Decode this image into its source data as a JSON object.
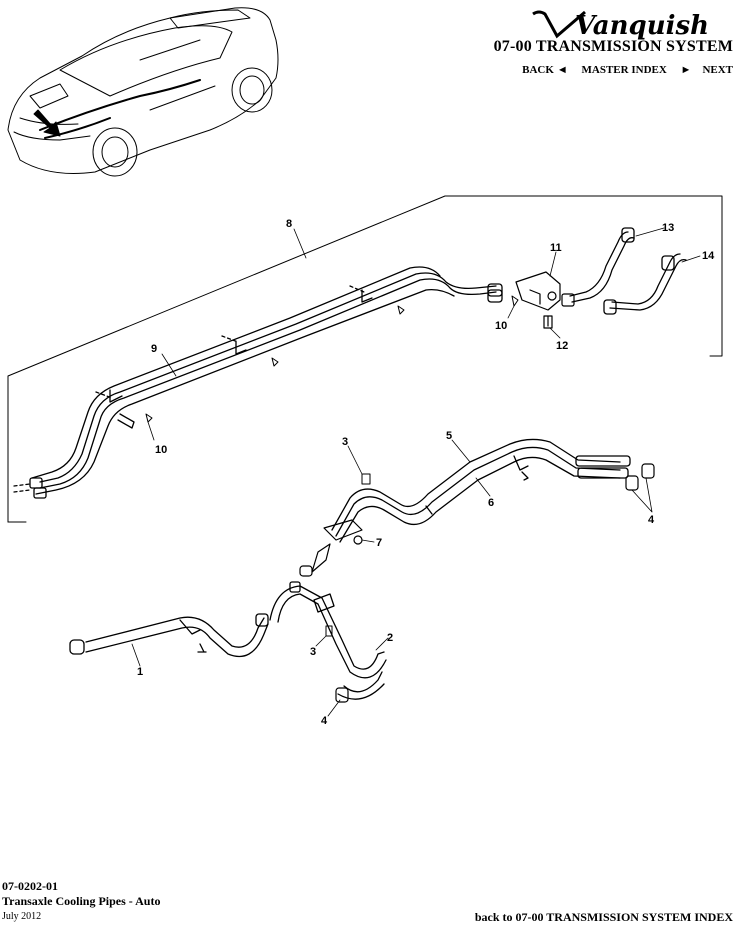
{
  "header": {
    "brand": "Vanquish",
    "section_title": "07-00 TRANSMISSION SYSTEM"
  },
  "nav": {
    "back": "BACK",
    "master_index": "MASTER INDEX",
    "next": "NEXT"
  },
  "callouts": {
    "c1": "1",
    "c2": "2",
    "c3a": "3",
    "c3b": "3",
    "c4a": "4",
    "c4b": "4",
    "c5": "5",
    "c6": "6",
    "c7": "7",
    "c8": "8",
    "c9": "9",
    "c10a": "10",
    "c10b": "10",
    "c11": "11",
    "c12": "12",
    "c13": "13",
    "c14": "14"
  },
  "footer": {
    "page_code": "07-0202-01",
    "page_name": "Transaxle Cooling Pipes - Auto",
    "date": "July 2012",
    "index_link": "back to 07-00 TRANSMISSION SYSTEM INDEX"
  }
}
